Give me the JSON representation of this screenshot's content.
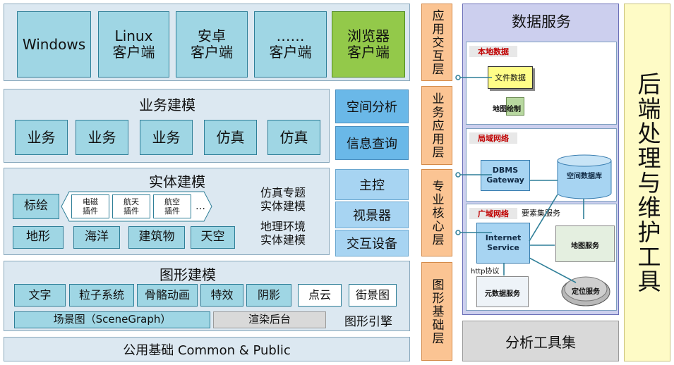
{
  "clients": [
    "Windows",
    "Linux\n客户端",
    "安卓\n客户端",
    "……\n客户端",
    "浏览器\n客户端"
  ],
  "business": {
    "title": "业务建模",
    "items": [
      "业务",
      "业务",
      "业务",
      "仿真",
      "仿真"
    ]
  },
  "entity": {
    "title": "实体建模",
    "plot": "标绘",
    "plugins": [
      "电磁\n插件",
      "航天\n插件",
      "航空\n插件"
    ],
    "ellipsis": "…",
    "items": [
      "地形",
      "海洋",
      "建筑物",
      "天空"
    ],
    "note1": "仿真专题\n实体建模",
    "note2": "地理环境\n实体建模"
  },
  "graphics": {
    "title": "图形建模",
    "row1": [
      "文字",
      "粒子系统",
      "骨骼动画",
      "特效",
      "阴影",
      "点云",
      "街景图"
    ],
    "scenegraph": "场景图（SceneGraph）",
    "render": "渲染后台",
    "engine": "图形引擎"
  },
  "common": "公用基础 Common & Public",
  "side_top": [
    "空间分析",
    "信息查询"
  ],
  "side_mid": [
    "主控",
    "视景器",
    "交互设备"
  ],
  "layers": [
    "应用交互层",
    "业务应用层",
    "专业核心层",
    "图形基础层"
  ],
  "data_service": {
    "title": "数据服务",
    "local": {
      "label": "本地数据",
      "file": "文件数据",
      "map_draw": "地图绘制"
    },
    "lan": {
      "label": "局域网络",
      "gateway": "DBMS\nGateway",
      "db": "空间数据库"
    },
    "wan": {
      "label": "广域网络",
      "feature": "要素集服务",
      "internet": "Internet\nService",
      "map_service": "地图服务",
      "http": "http协议",
      "meta": "元数据服务",
      "locate": "定位服务"
    }
  },
  "analysis_tools": "分析工具集",
  "backend_tools": "后端处理与维护工具"
}
